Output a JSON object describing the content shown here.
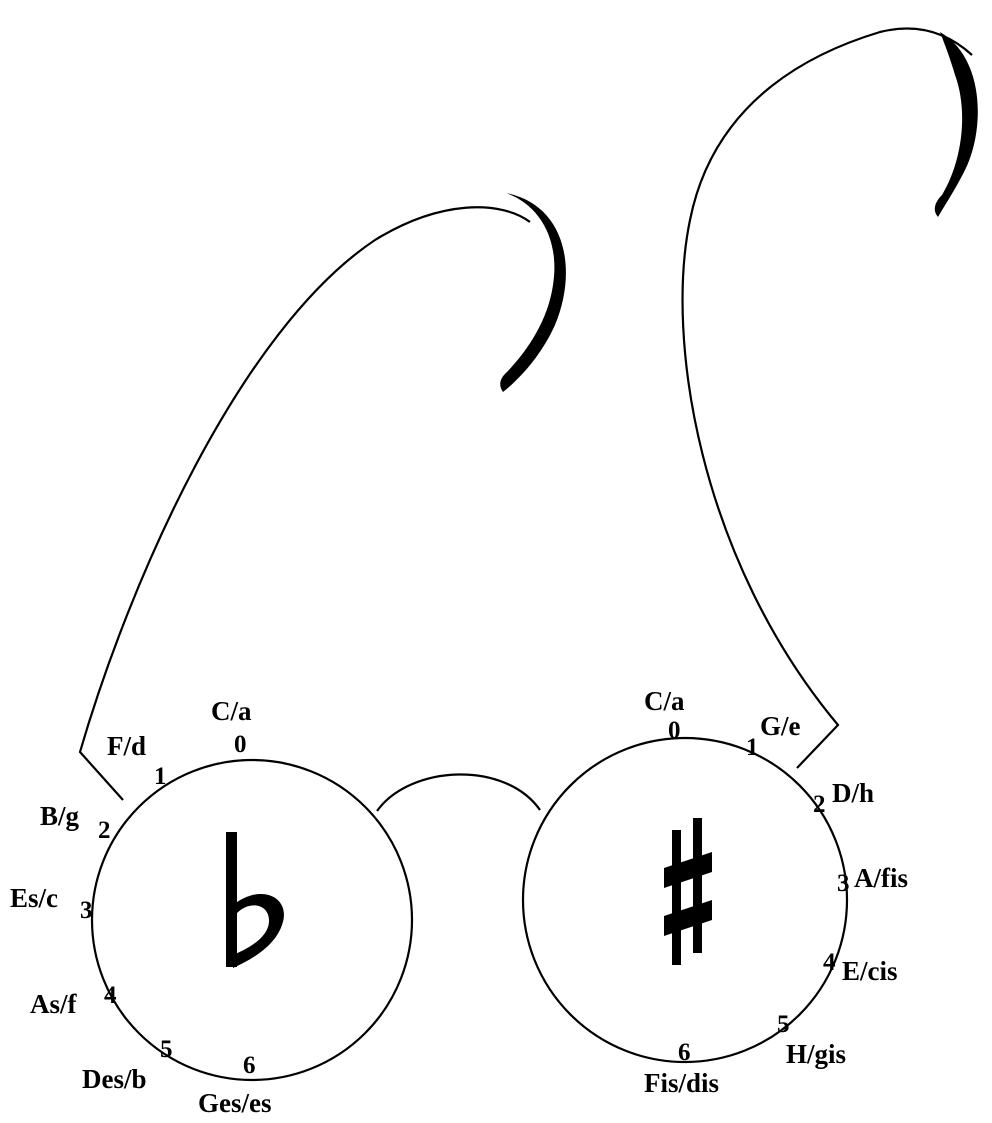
{
  "left_lens": {
    "symbol_name": "flat-sign",
    "symbol": "♭",
    "keys": [
      {
        "num": "0",
        "label": "C/a"
      },
      {
        "num": "1",
        "label": "F/d"
      },
      {
        "num": "2",
        "label": "B/g"
      },
      {
        "num": "3",
        "label": "Es/c"
      },
      {
        "num": "4",
        "label": "As/f"
      },
      {
        "num": "5",
        "label": "Des/b"
      },
      {
        "num": "6",
        "label": "Ges/es"
      }
    ]
  },
  "right_lens": {
    "symbol_name": "sharp-sign",
    "symbol": "♯",
    "keys": [
      {
        "num": "0",
        "label": "C/a"
      },
      {
        "num": "1",
        "label": "G/e"
      },
      {
        "num": "2",
        "label": "D/h"
      },
      {
        "num": "3",
        "label": "A/fis"
      },
      {
        "num": "4",
        "label": "E/cis"
      },
      {
        "num": "5",
        "label": "H/gis"
      },
      {
        "num": "6",
        "label": "Fis/dis"
      }
    ]
  },
  "colors": {
    "ink": "#000000",
    "background": "#ffffff"
  }
}
